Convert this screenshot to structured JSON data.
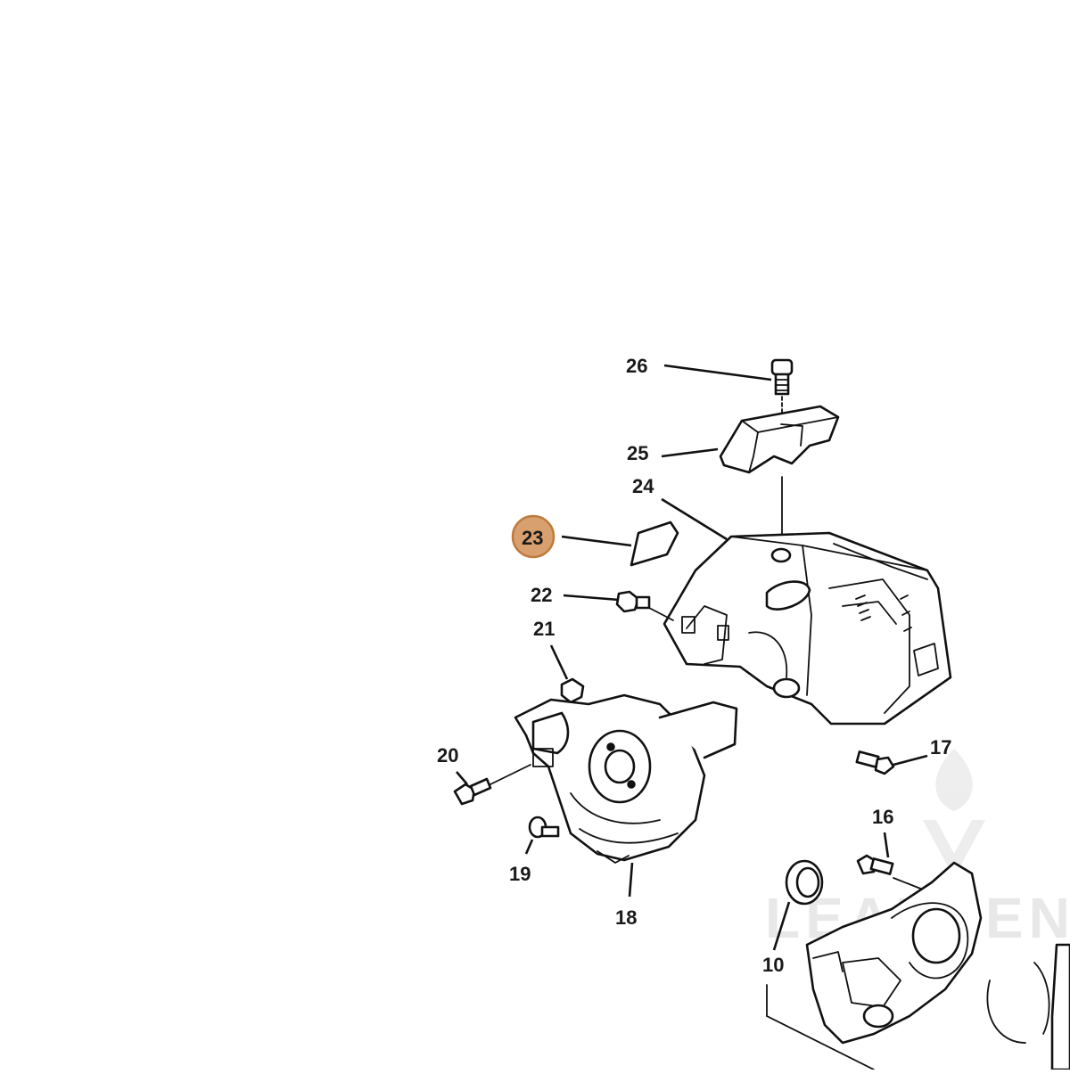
{
  "diagram": {
    "callouts": [
      "26",
      "25",
      "24",
      "23",
      "22",
      "21",
      "20",
      "19",
      "18",
      "17",
      "16",
      "10"
    ],
    "highlighted_callout": "23",
    "highlight_fill": "#d9a06f",
    "highlight_stroke": "#c07a3c"
  },
  "watermark": {
    "text": "LEADVENTU"
  }
}
